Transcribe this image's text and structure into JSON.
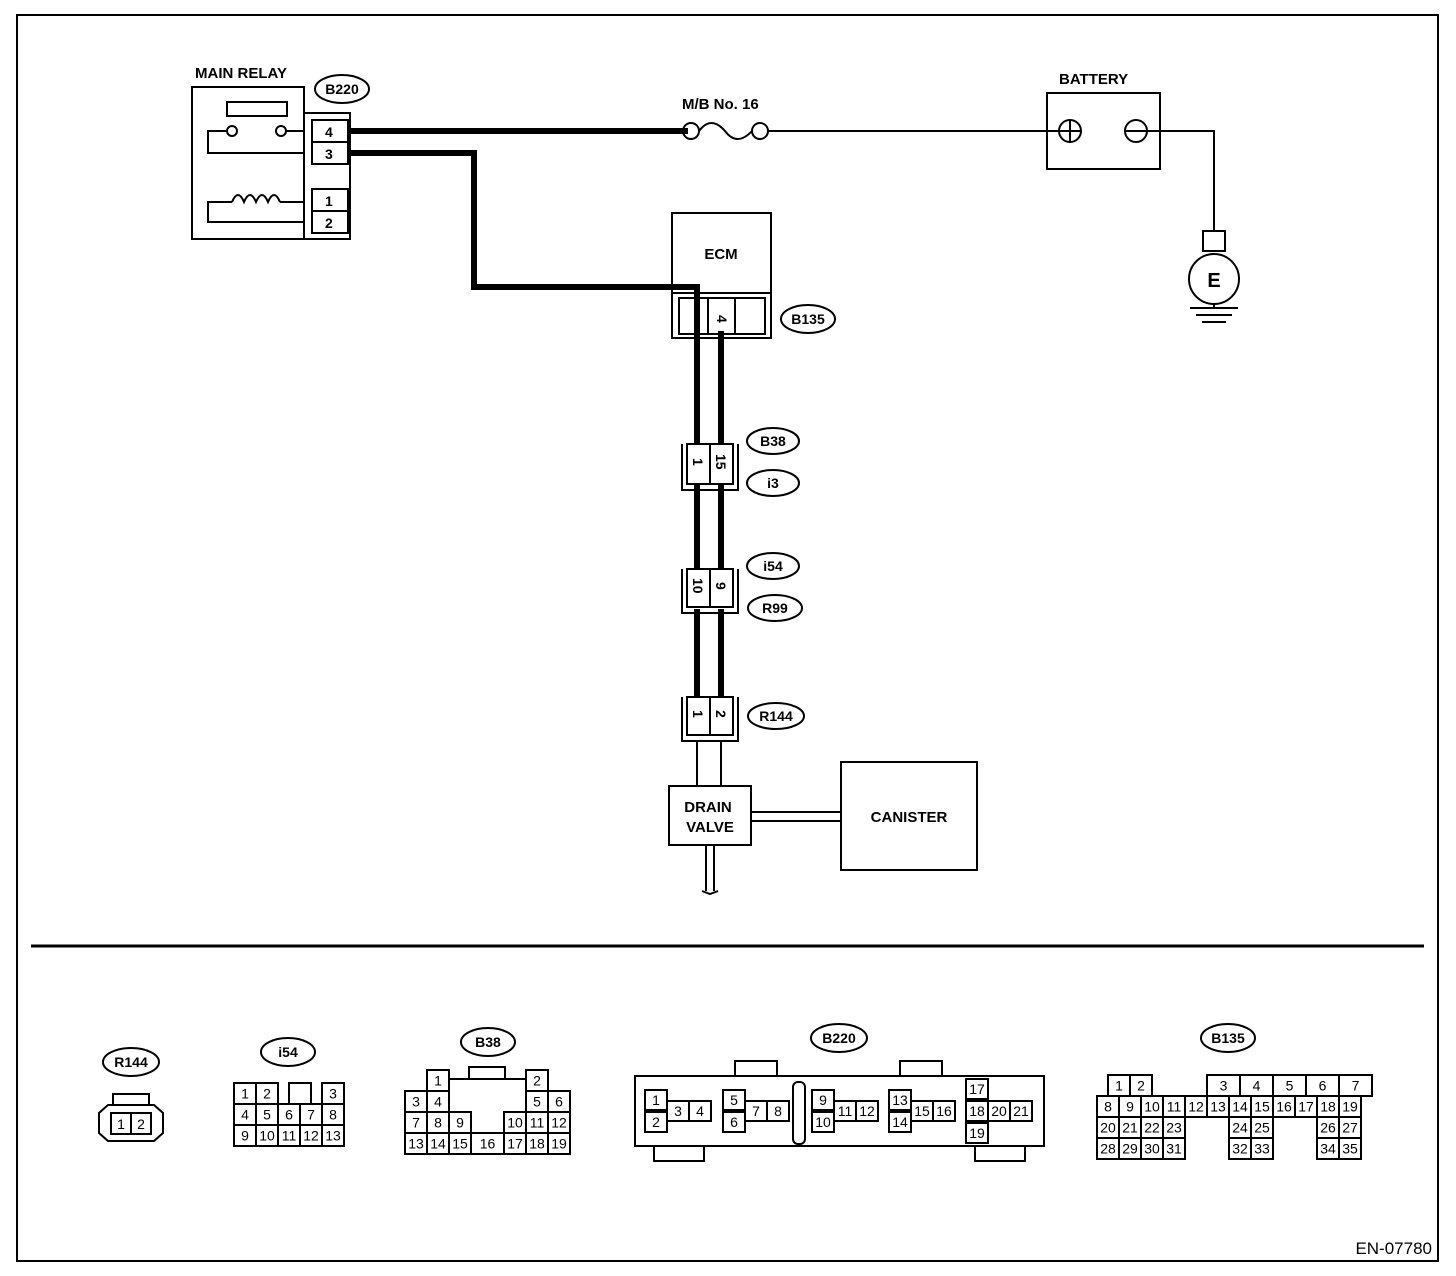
{
  "diagram": {
    "components": {
      "main_relay": "MAIN RELAY",
      "battery": "BATTERY",
      "fuse": "M/B No. 16",
      "ecm": "ECM",
      "drain_valve_line1": "DRAIN",
      "drain_valve_line2": "VALVE",
      "canister": "CANISTER",
      "ground": "E"
    },
    "connector_tags": {
      "b220": "B220",
      "b135": "B135",
      "b38": "B38",
      "i3": "i3",
      "i54": "i54",
      "r99": "R99",
      "r144": "R144"
    },
    "pins": {
      "relay_4": "4",
      "relay_3": "3",
      "relay_1": "1",
      "relay_2": "2",
      "ecm_4": "4",
      "b38_1": "1",
      "b38_15": "15",
      "i54_10": "10",
      "i54_9": "9",
      "r144_1": "1",
      "r144_2": "2"
    },
    "figure_id": "EN-07780"
  },
  "connector_views": {
    "r144": {
      "tag": "R144",
      "pins": [
        "1",
        "2"
      ]
    },
    "i54": {
      "tag": "i54",
      "pins": [
        "1",
        "2",
        "3",
        "4",
        "5",
        "6",
        "7",
        "8",
        "9",
        "10",
        "11",
        "12",
        "13"
      ]
    },
    "b38": {
      "tag": "B38",
      "pins": [
        "1",
        "2",
        "3",
        "4",
        "5",
        "6",
        "7",
        "8",
        "9",
        "10",
        "11",
        "12",
        "13",
        "14",
        "15",
        "16",
        "17",
        "18",
        "19"
      ]
    },
    "b220": {
      "tag": "B220",
      "pins": [
        "1",
        "2",
        "3",
        "4",
        "5",
        "6",
        "7",
        "8",
        "9",
        "10",
        "11",
        "12",
        "13",
        "14",
        "15",
        "16",
        "17",
        "18",
        "20",
        "21",
        "19"
      ]
    },
    "b135": {
      "tag": "B135",
      "pins": [
        "1",
        "2",
        "3",
        "4",
        "5",
        "6",
        "7",
        "8",
        "9",
        "10",
        "11",
        "12",
        "13",
        "14",
        "15",
        "16",
        "17",
        "18",
        "19",
        "20",
        "21",
        "22",
        "23",
        "24",
        "25",
        "26",
        "27",
        "28",
        "29",
        "30",
        "31",
        "32",
        "33",
        "34",
        "35"
      ]
    }
  }
}
